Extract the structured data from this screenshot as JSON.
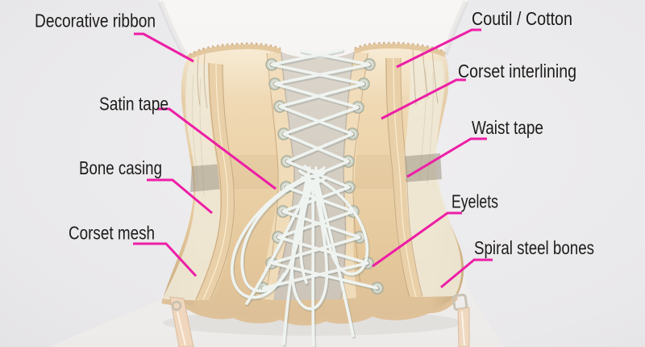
{
  "diagram": {
    "type": "annotated-image",
    "description": "Back view of a beige laced underbust corset on a dress form, with construction parts labelled by magenta leader lines",
    "annotation_color": "#ed1ea6",
    "labels": [
      {
        "id": "decorative-ribbon",
        "text": "Decorative ribbon"
      },
      {
        "id": "coutil-cotton",
        "text": "Coutil / Cotton"
      },
      {
        "id": "satin-tape",
        "text": "Satin tape"
      },
      {
        "id": "corset-interlining",
        "text": "Corset interlining"
      },
      {
        "id": "bone-casing",
        "text": "Bone casing"
      },
      {
        "id": "waist-tape",
        "text": "Waist tape"
      },
      {
        "id": "corset-mesh",
        "text": "Corset mesh"
      },
      {
        "id": "eyelets",
        "text": "Eyelets"
      },
      {
        "id": "spiral-steel-bones",
        "text": "Spiral steel bones"
      }
    ],
    "colors": {
      "background": "#e8e7e9",
      "mannequin": "#f5f3f1",
      "corset_fabric": "#ecd2aa",
      "mesh_panel": "#efe9d8",
      "waist_tape_band": "#b9b1a2",
      "laces": "#eff4f1",
      "eyelet_metal": "#cbd1c3",
      "label_text": "#1d1c1a"
    }
  }
}
